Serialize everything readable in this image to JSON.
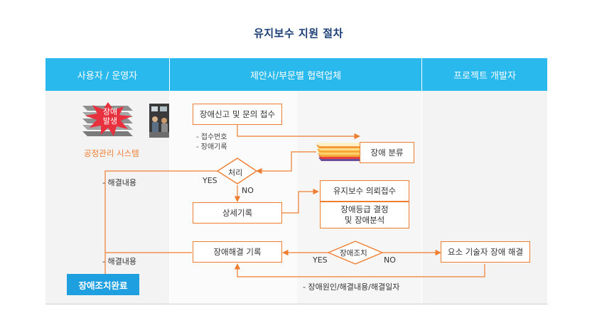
{
  "title": "유지보수 지원 절차",
  "columns": [
    "사용자 / 운영자",
    "제안사/부문별 협력업체",
    "프로젝트 개발자"
  ],
  "nodes": {
    "error_badge": "장애\n발생",
    "system_label": "공정관리 시스템",
    "receive": "장애신고 및 문의 접수",
    "receive_notes": [
      "- 접수번호",
      "- 장애기록"
    ],
    "classify": "장애 분류",
    "process_decision": "처리",
    "detail_record": "상세기록",
    "request_receive": "유지보수 의뢰접수",
    "grade_decide": "장애등급 결정\n및 장애분석",
    "resolve_record": "장애해결 기록",
    "action_decision": "장애조치",
    "tech_resolve": "요소 기술자 장애 해결",
    "complete": "장애조치완료"
  },
  "labels": {
    "yes_1": "YES",
    "no_1": "NO",
    "yes_2": "YES",
    "no_2": "NO",
    "resolution_1": "- 해결내용",
    "resolution_2": "- 해결내용",
    "bottom_note": "- 장애원인/해결내용/해결일자"
  },
  "colors": {
    "header": "#29b9ec",
    "flow": "#ef7d2f",
    "complete": "#1e9fe0",
    "title": "#1b3f75"
  }
}
